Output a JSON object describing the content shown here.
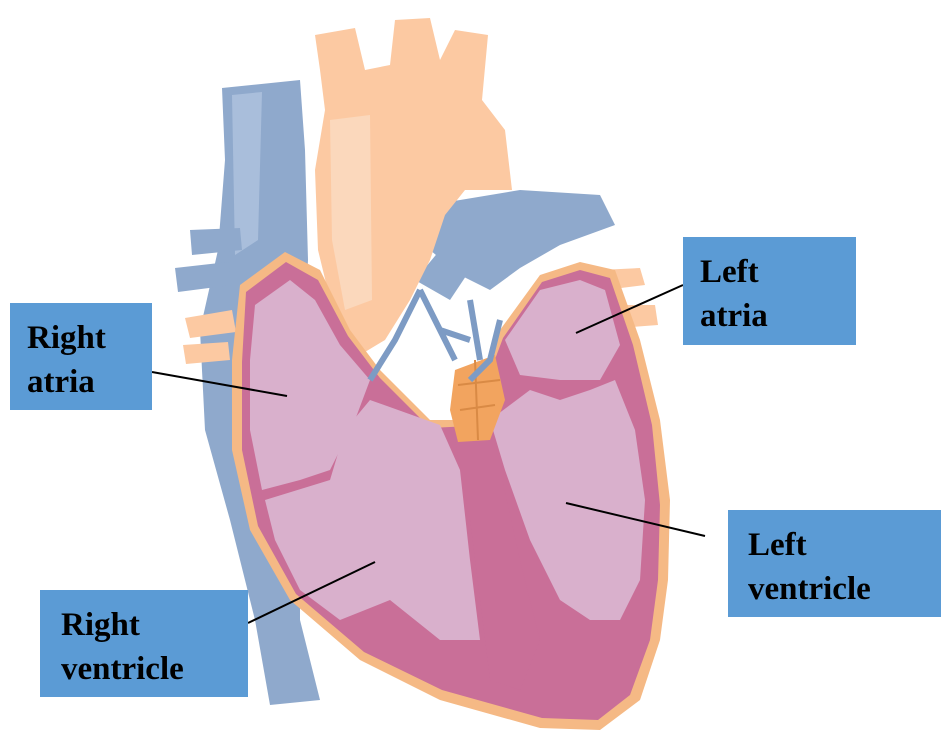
{
  "labels": {
    "right_atria": {
      "line1": "Right",
      "line2": "atria"
    },
    "left_atria": {
      "line1": "Left",
      "line2": "atria"
    },
    "left_ventricle": {
      "line1": "Left",
      "line2": "ventricle"
    },
    "right_ventricle": {
      "line1": "Right",
      "line2": "ventricle"
    }
  },
  "colors": {
    "label_bg": "#5b9bd5",
    "vein_blue": "#8fa9cc",
    "aorta_peach": "#fcc9a2",
    "chamber_pink": "#d9b0cc",
    "wall_magenta": "#c96f98",
    "outline_orange": "#f5b985"
  }
}
